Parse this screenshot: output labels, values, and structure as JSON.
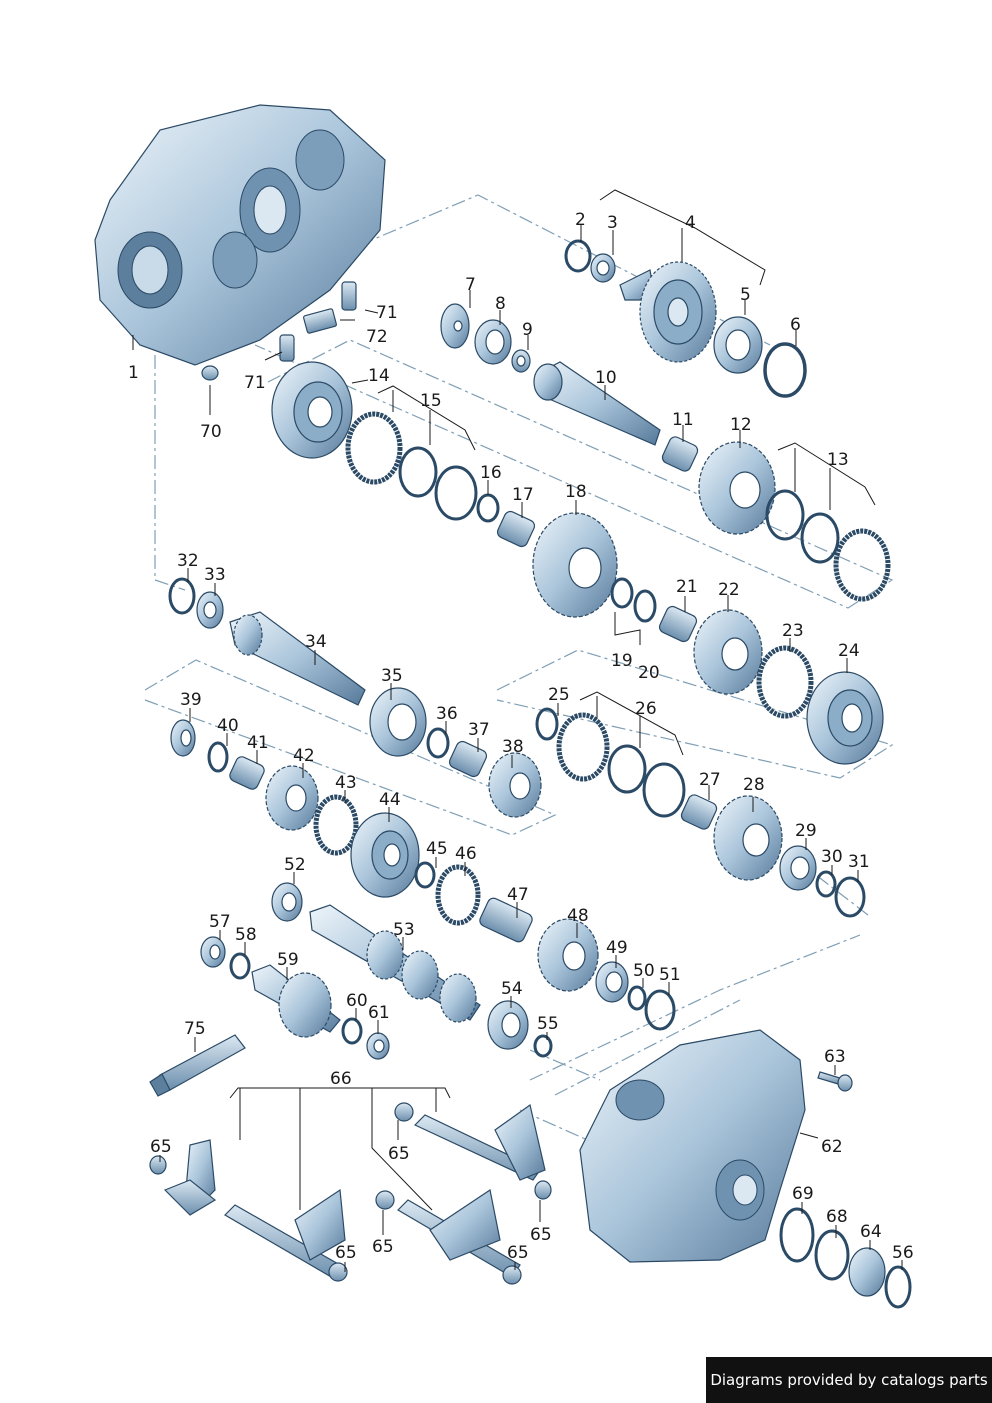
{
  "callouts": [
    "1",
    "2",
    "3",
    "4",
    "5",
    "6",
    "7",
    "8",
    "9",
    "10",
    "11",
    "12",
    "13",
    "14",
    "15",
    "16",
    "17",
    "18",
    "19",
    "20",
    "21",
    "22",
    "23",
    "24",
    "25",
    "26",
    "27",
    "28",
    "29",
    "30",
    "31",
    "32",
    "33",
    "34",
    "35",
    "36",
    "37",
    "38",
    "39",
    "40",
    "41",
    "42",
    "43",
    "44",
    "45",
    "46",
    "47",
    "48",
    "49",
    "50",
    "51",
    "52",
    "53",
    "54",
    "55",
    "56",
    "57",
    "58",
    "59",
    "60",
    "61",
    "62",
    "63",
    "64",
    "65",
    "66",
    "68",
    "69",
    "70",
    "71",
    "72",
    "75"
  ],
  "credit": "Diagrams provided by catalogs parts",
  "colors": {
    "metal_light": "#dbe8f2",
    "metal_mid": "#9fbcd4",
    "metal_dark": "#5c7f9d",
    "outline": "#2b4a66",
    "dash": "#7f9fb5"
  }
}
